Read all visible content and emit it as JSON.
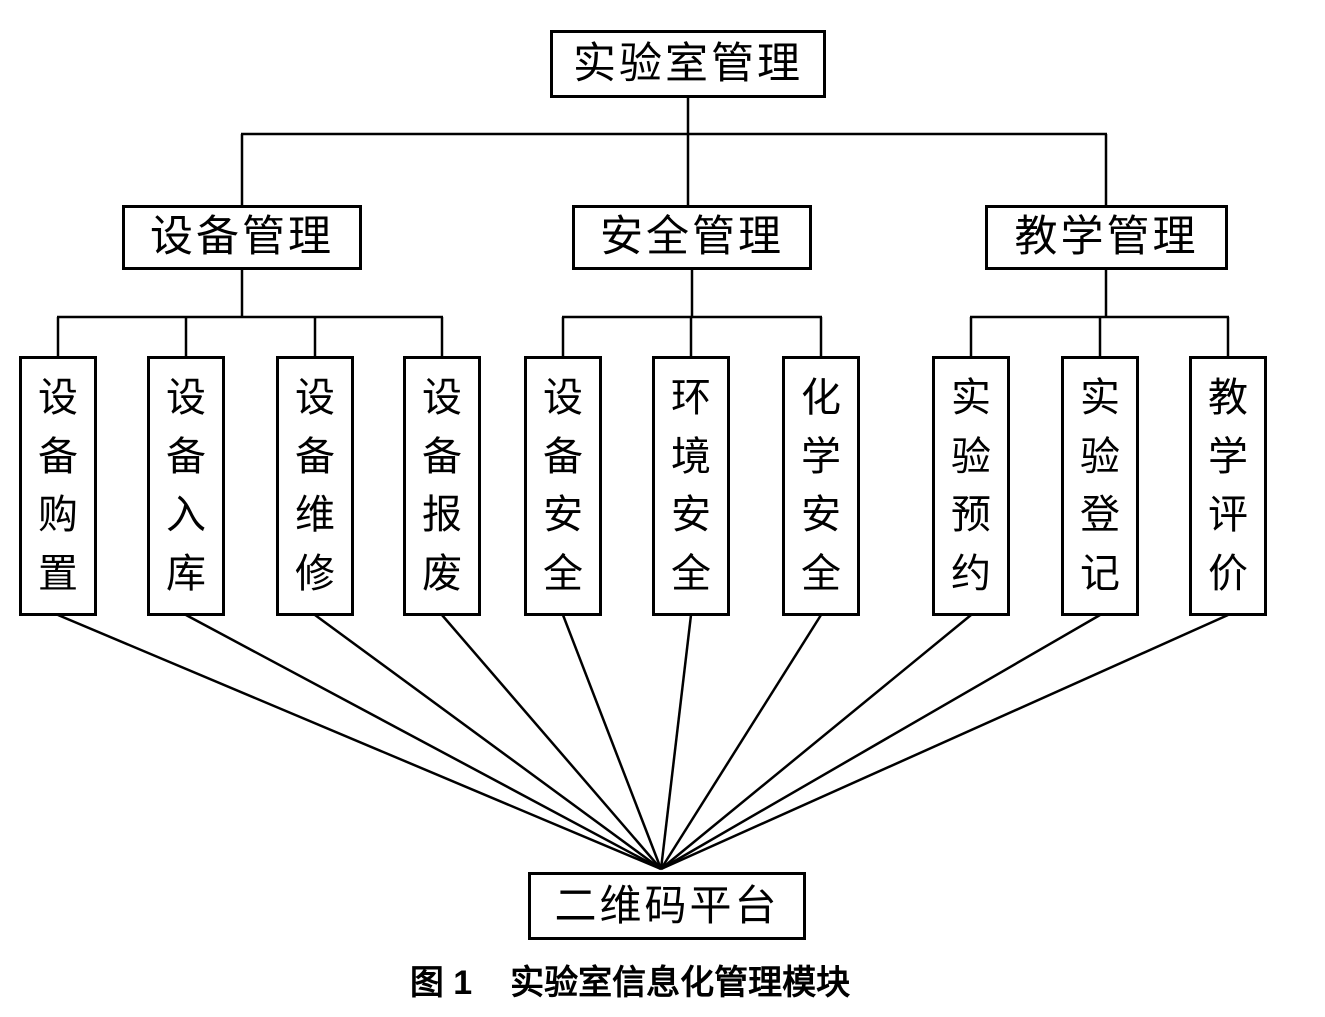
{
  "figure": {
    "root": {
      "label": "实验室管理"
    },
    "branches": [
      {
        "label": "设备管理",
        "children": [
          "设备购置",
          "设备入库",
          "设备维修",
          "设备报废"
        ]
      },
      {
        "label": "安全管理",
        "children": [
          "设备安全",
          "环境安全",
          "化学安全"
        ]
      },
      {
        "label": "教学管理",
        "children": [
          "实验预约",
          "实验登记",
          "教学评价"
        ]
      }
    ],
    "platform": {
      "label": "二维码平台",
      "connected_from": "all_level3_modules"
    },
    "caption": {
      "figure_label": "图 1",
      "title": "实验室信息化管理模块"
    },
    "colors": {
      "line": "#000000",
      "box_border": "#000000",
      "text": "#000000",
      "background": "#ffffff"
    }
  }
}
